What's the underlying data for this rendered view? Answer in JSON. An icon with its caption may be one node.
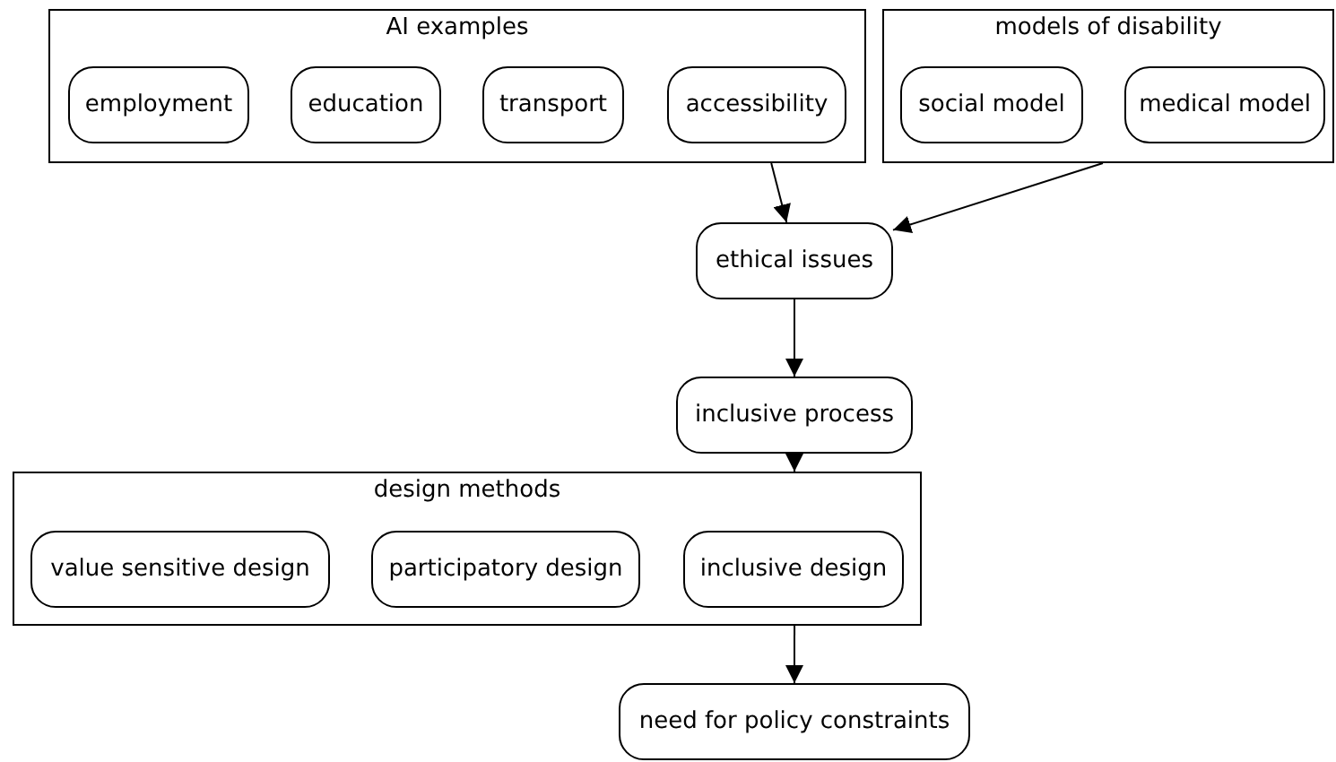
{
  "diagram": {
    "nodes": [
      {
        "text": [
          "AI examples"
        ]
      },
      {
        "text": [
          "employment"
        ],
        "in": 0
      },
      {
        "text": [
          "education"
        ],
        "in": 0
      },
      {
        "text": [
          "transport"
        ],
        "in": 0
      },
      {
        "text": [
          "accessibility"
        ],
        "in": 0
      },
      {
        "text": [
          "models of disability"
        ]
      },
      {
        "text": [
          "social model"
        ],
        "in": 5
      },
      {
        "text": [
          "medical model"
        ],
        "in": 5
      },
      {
        "text": [
          "ethical issues"
        ]
      },
      {
        "text": [
          "inclusive process"
        ]
      },
      {
        "text": [
          "design methods"
        ]
      },
      {
        "text": [
          "value sensitive design"
        ],
        "in": 10
      },
      {
        "text": [
          "participatory design"
        ],
        "in": 10
      },
      {
        "text": [
          "inclusive design"
        ],
        "in": 10
      },
      {
        "text": [
          "need for policy constraints"
        ]
      }
    ],
    "edges": [
      {
        "from": 0,
        "to": 8,
        "arrow": "to"
      },
      {
        "from": 5,
        "to": 8,
        "arrow": "to"
      },
      {
        "from": 8,
        "to": 9,
        "arrow": "to"
      },
      {
        "from": 9,
        "to": 10,
        "arrow": "to"
      },
      {
        "from": 10,
        "to": 14,
        "arrow": "to"
      }
    ]
  }
}
